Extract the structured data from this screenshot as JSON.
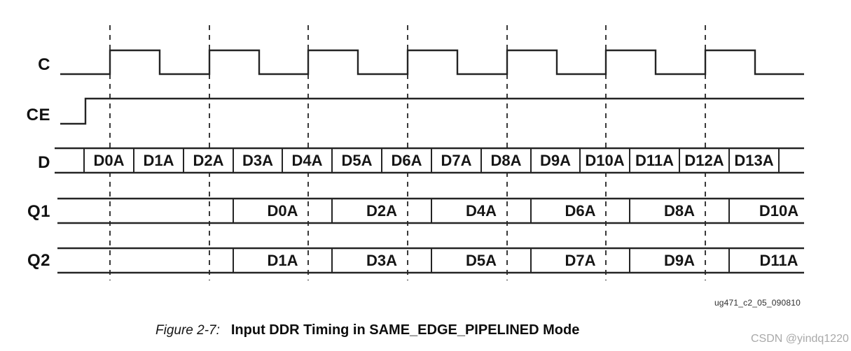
{
  "diagram": {
    "row_labels": {
      "c": "C",
      "ce": "CE",
      "d": "D",
      "q1": "Q1",
      "q2": "Q2"
    },
    "d_cells": [
      "D0A",
      "D1A",
      "D2A",
      "D3A",
      "D4A",
      "D5A",
      "D6A",
      "D7A",
      "D8A",
      "D9A",
      "D10A",
      "D11A",
      "D12A",
      "D13A"
    ],
    "q1_cells": [
      "D0A",
      "D2A",
      "D4A",
      "D6A",
      "D8A",
      "D10A"
    ],
    "q2_cells": [
      "D1A",
      "D3A",
      "D5A",
      "D7A",
      "D9A",
      "D11A"
    ],
    "clock_edge_count": 7
  },
  "footer": {
    "figure_ref": "ug471_c2_05_090810",
    "caption_label": "Figure 2-7:",
    "caption_title": "Input DDR Timing in SAME_EDGE_PIPELINED Mode",
    "watermark": "CSDN @yindq1220"
  },
  "colors": {
    "line": "#242424",
    "text": "#111111",
    "watermark_gray": "#a9a9a9"
  }
}
